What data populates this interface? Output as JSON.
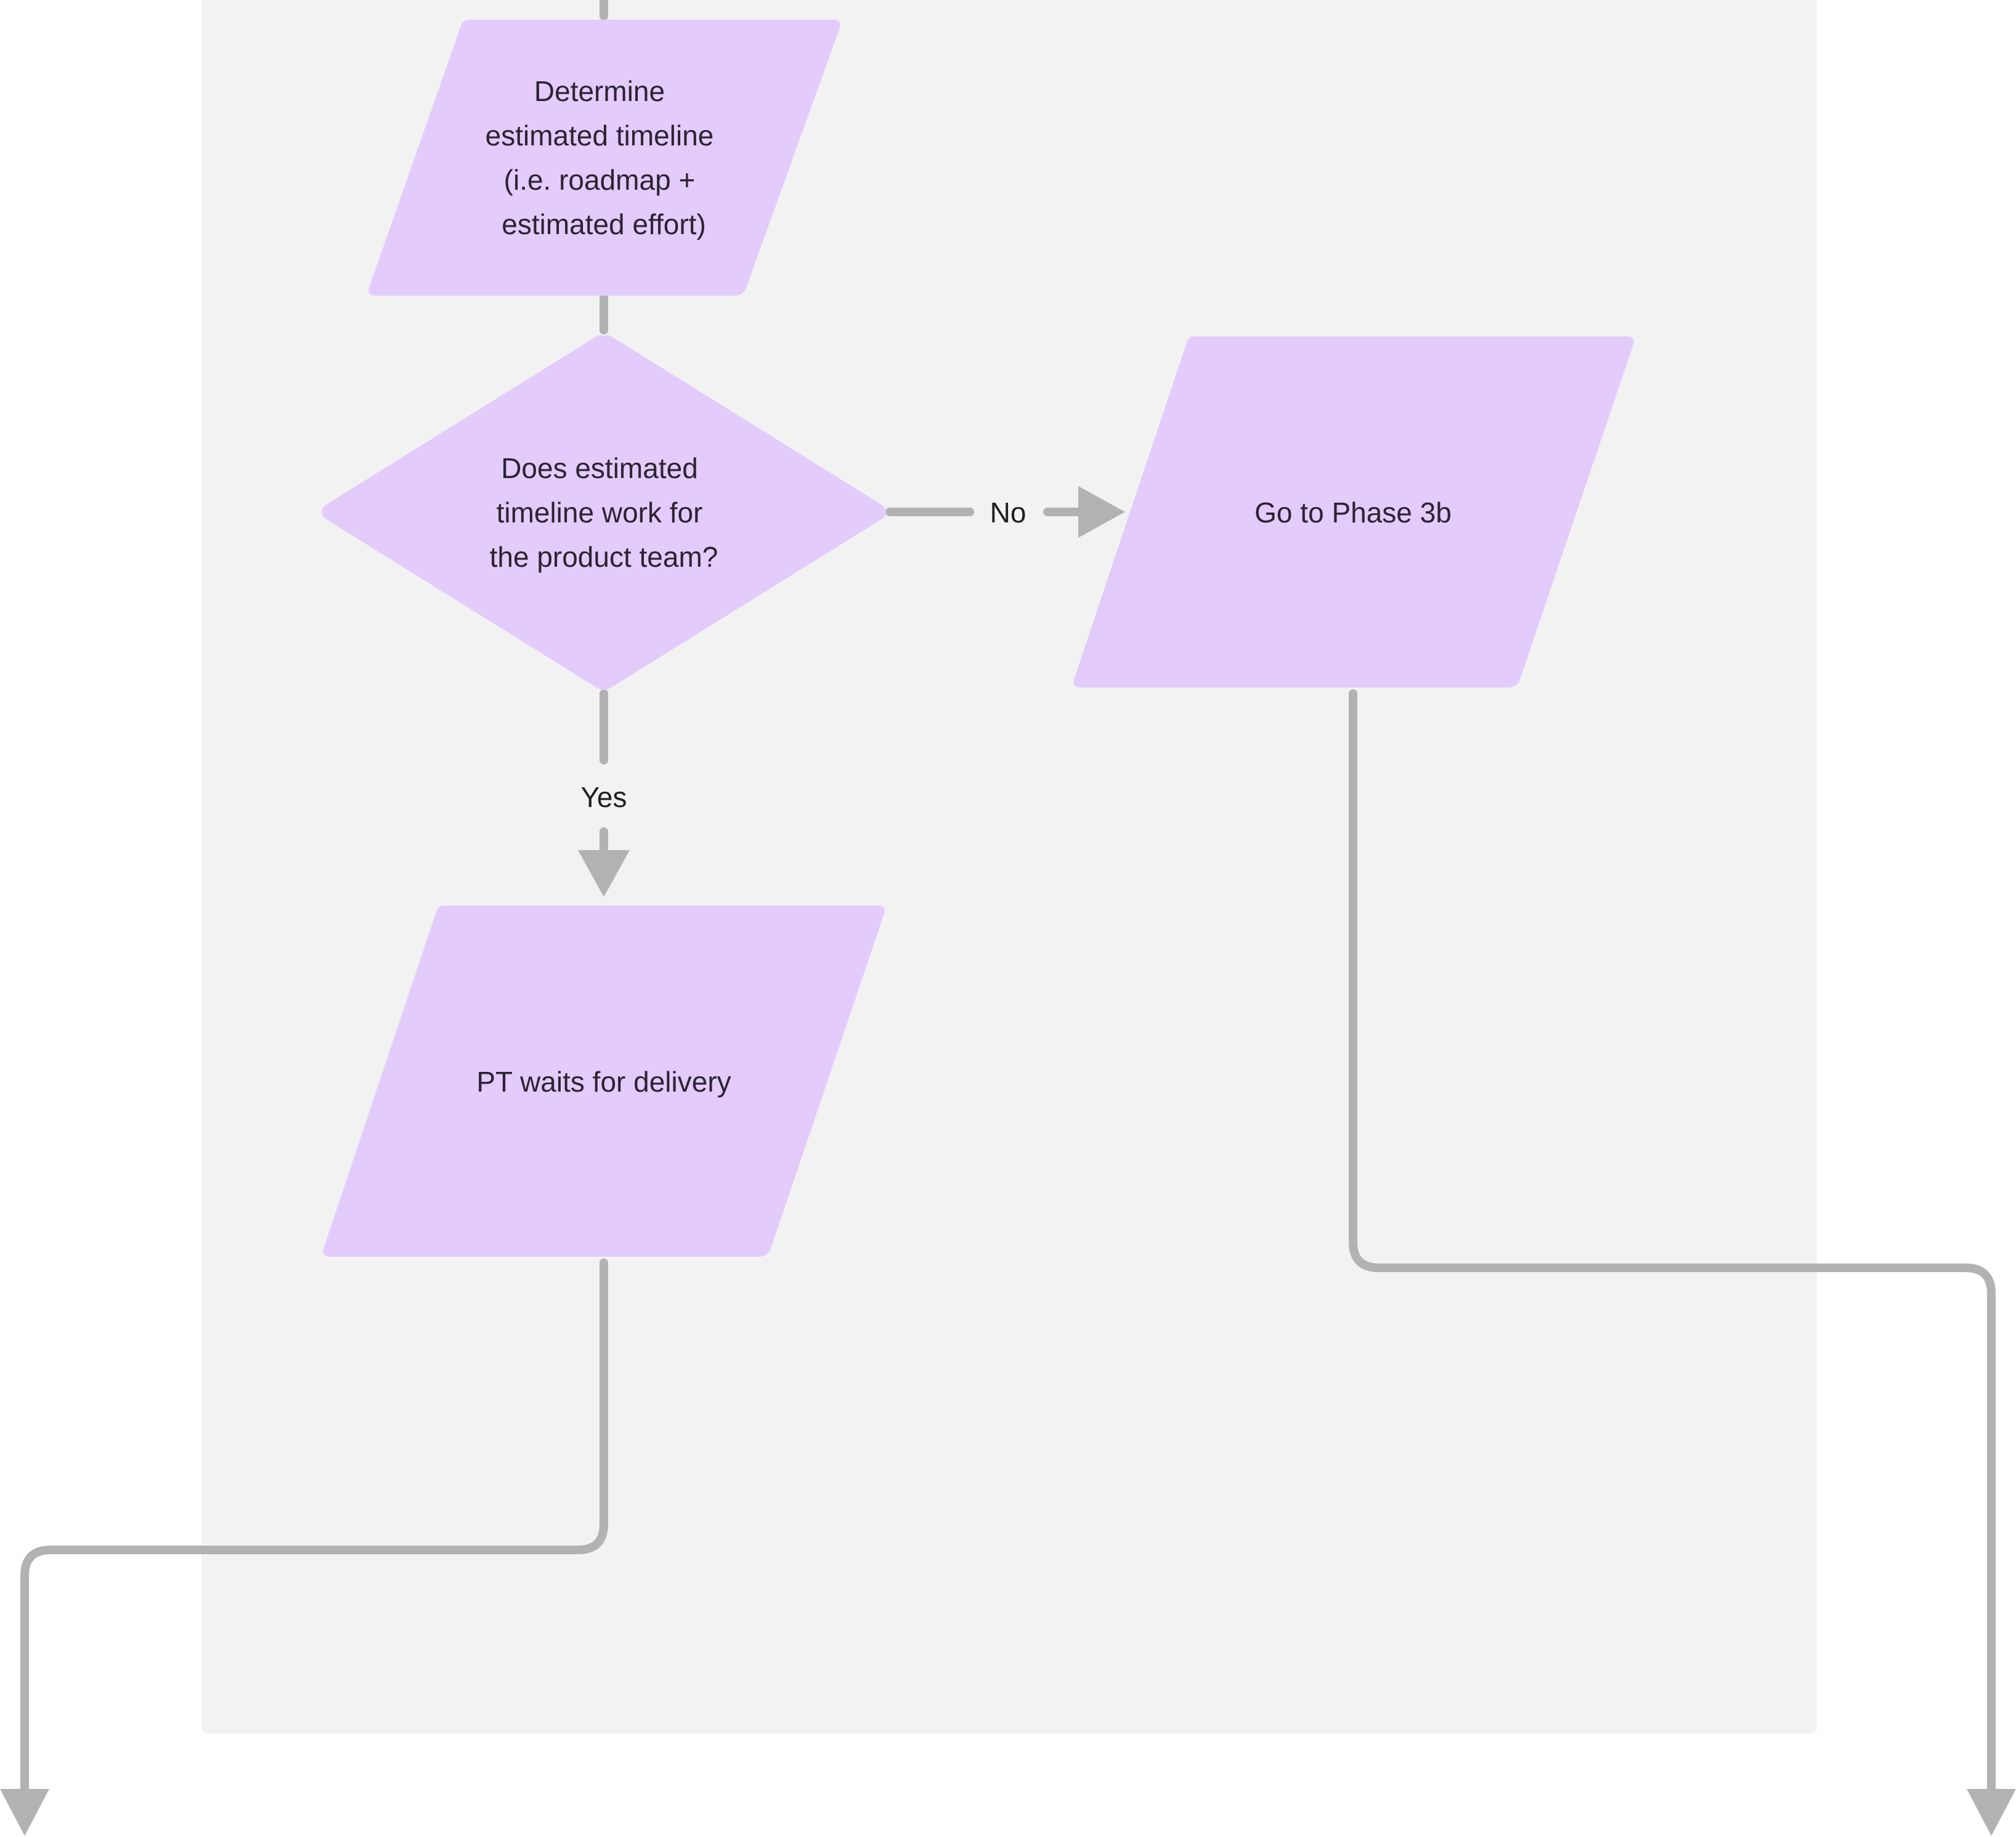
{
  "colors": {
    "lane_background": "#f2f2f2",
    "shape_fill": "#e3cbfc",
    "connector": "#b2b2b2",
    "text": "#2c2430"
  },
  "nodes": {
    "determine_timeline": {
      "shape": "parallelogram",
      "lines": [
        "Determine",
        "estimated timeline",
        "(i.e. roadmap +",
        "estimated effort)"
      ]
    },
    "timeline_decision": {
      "shape": "diamond",
      "lines": [
        "Does estimated",
        "timeline work for",
        "the product team?"
      ]
    },
    "go_to_phase": {
      "shape": "parallelogram",
      "lines": [
        "Go to Phase 3b"
      ]
    },
    "pt_waits": {
      "shape": "parallelogram",
      "lines": [
        "PT waits for delivery"
      ]
    }
  },
  "edges": {
    "no_label": "No",
    "yes_label": "Yes"
  }
}
